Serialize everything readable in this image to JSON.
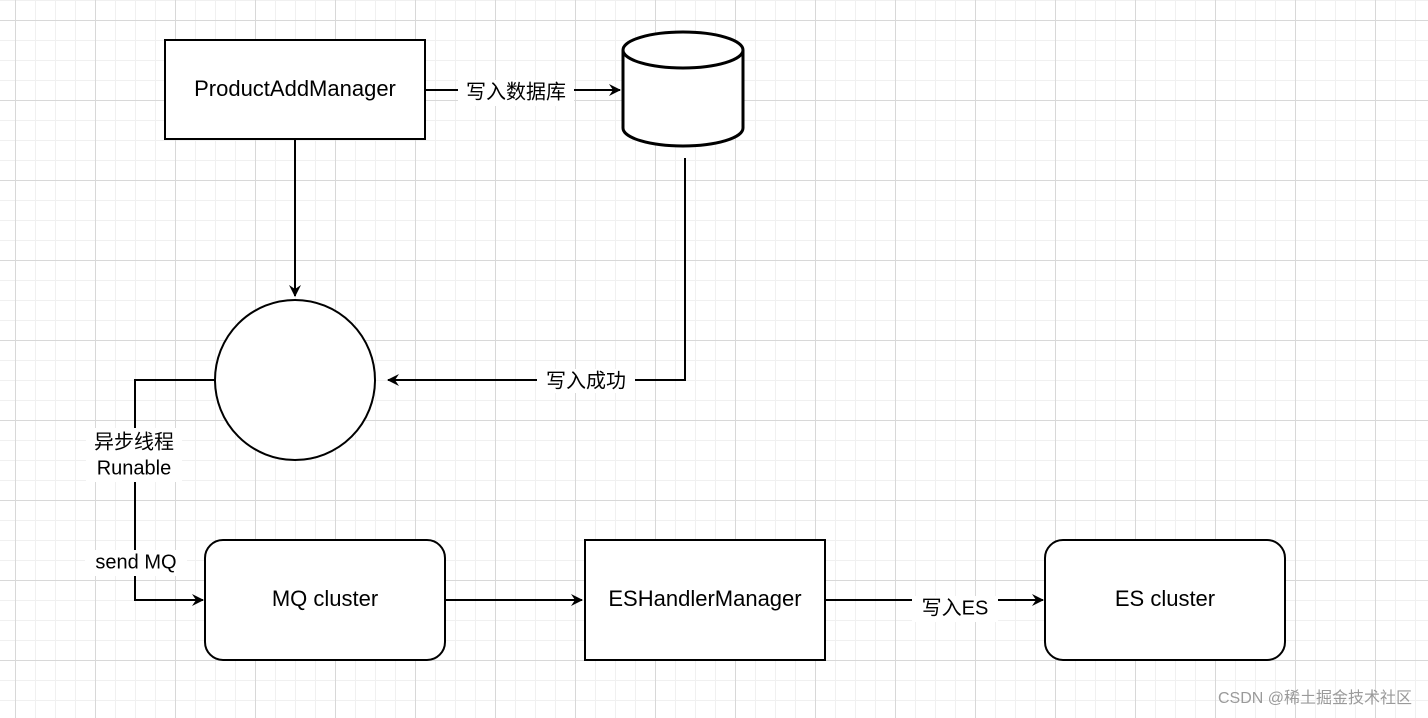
{
  "nodes": {
    "product_add_manager": "ProductAddManager",
    "database": "",
    "async_hub": "",
    "mq_cluster": "MQ cluster",
    "es_handler_manager": "ESHandlerManager",
    "es_cluster": "ES cluster"
  },
  "edges": {
    "write_db": "写入数据库",
    "write_success": "写入成功",
    "async_thread_line1": "异步线程",
    "async_thread_line2": "Runable",
    "send_mq": "send MQ",
    "write_es": "写入ES"
  },
  "watermark": "CSDN @稀土掘金技术社区"
}
